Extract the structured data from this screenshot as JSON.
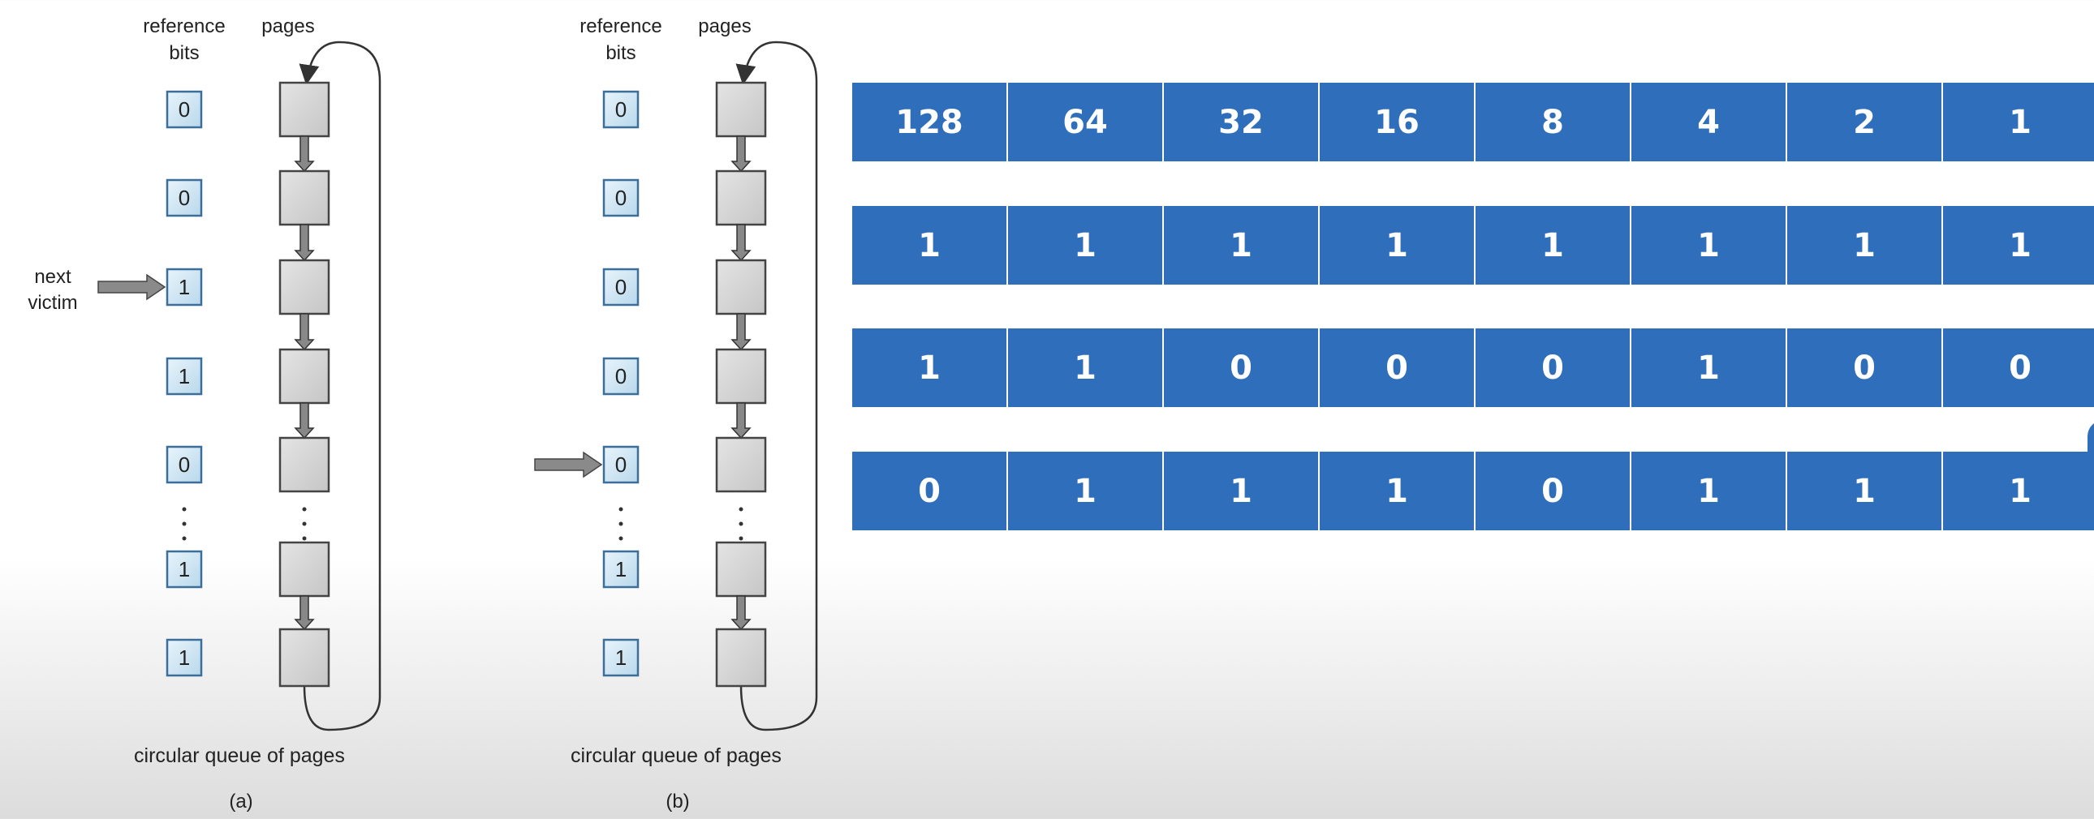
{
  "diagram_a": {
    "ref_header": [
      "reference",
      "bits"
    ],
    "pages_header": "pages",
    "bits": [
      "0",
      "0",
      "1",
      "1",
      "0",
      "1",
      "1"
    ],
    "pointer_label": [
      "next",
      "victim"
    ],
    "pointer_row": 2,
    "caption": "circular queue of pages",
    "sublabel": "(a)"
  },
  "diagram_b": {
    "ref_header": [
      "reference",
      "bits"
    ],
    "pages_header": "pages",
    "bits": [
      "0",
      "0",
      "0",
      "0",
      "0",
      "1",
      "1"
    ],
    "pointer_row": 4,
    "caption": "circular queue of pages",
    "sublabel": "(b)"
  },
  "bit_table": {
    "color": "#2f6eba",
    "rows": [
      [
        "128",
        "64",
        "32",
        "16",
        "8",
        "4",
        "2",
        "1"
      ],
      [
        "1",
        "1",
        "1",
        "1",
        "1",
        "1",
        "1",
        "1"
      ],
      [
        "1",
        "1",
        "0",
        "0",
        "0",
        "1",
        "0",
        "0"
      ],
      [
        "0",
        "1",
        "1",
        "1",
        "0",
        "1",
        "1",
        "1"
      ]
    ]
  }
}
